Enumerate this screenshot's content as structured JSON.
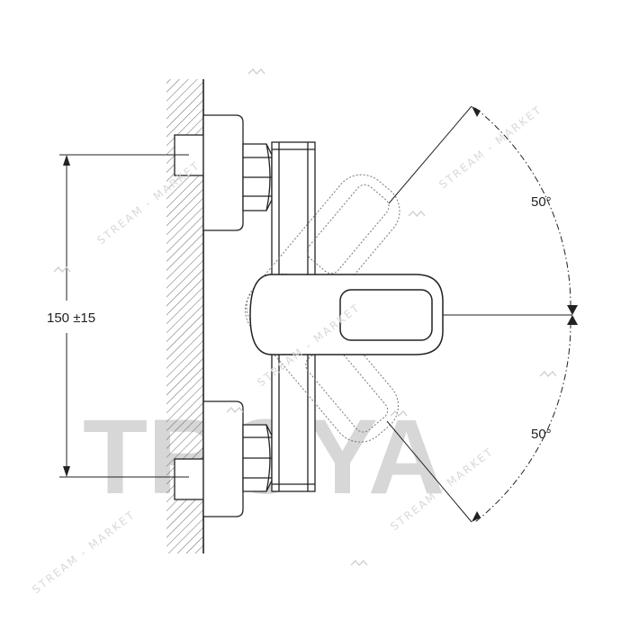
{
  "diagram": {
    "dimension_label": "150 ±15",
    "angle_upper_label": "50°",
    "angle_lower_label": "50°"
  },
  "watermark": {
    "logo_text": "TROYA",
    "repeat_text": "STREAM - MARKET"
  },
  "colors": {
    "line": "#222222",
    "hatch": "#555555",
    "watermark": "#d9d9d9",
    "logo": "#d7d7d7"
  }
}
